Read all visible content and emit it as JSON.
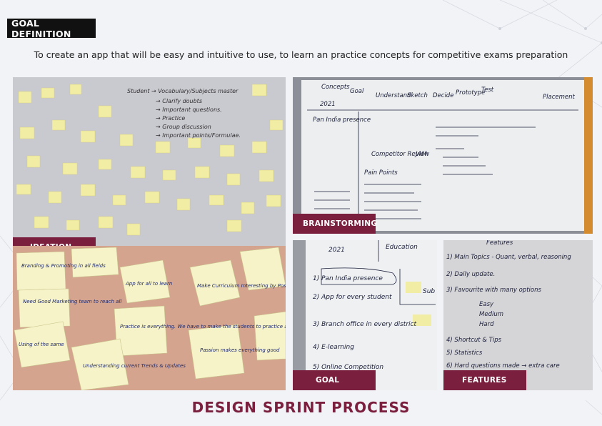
{
  "goal_label": "GOAL DEFINITION",
  "goal_statement": "To create an app that will be easy and intuitive to use, to learn an practice concepts for competitive exams preparation",
  "labels": {
    "ideation": "IDEATION",
    "brainstorming": "BRAINSTORMING",
    "goal": "GOAL",
    "features": "FEATURES"
  },
  "footer_title": "DESIGN SPRINT PROCESS",
  "board_notes": {
    "student_list": [
      "Student → Vocabulary/Subjects master",
      "→ Clarify doubts",
      "→ Important questions.",
      "→ Practice",
      "→ Group discussion",
      "→ Important points/Formulae."
    ],
    "sticky_wall": [
      "Branding & Promoting in all fields",
      "Need Good Marketing team to reach all",
      "Using of the same",
      "App for all to learn",
      "Make Curriculum Interesting by Positive Vibes",
      "Practice is everything. We have to make the students to practice all the time.",
      "Understanding current Trends & Updates",
      "Passion makes everything good"
    ],
    "brainstorm": [
      "Concepts",
      "Goal",
      "Understand",
      "Sketch",
      "Decide",
      "Prototype",
      "Test",
      "2021",
      "Pan India presence",
      "Competitor Review",
      "Pain Points",
      "Placement",
      "JAM"
    ],
    "goal_board": [
      "2021",
      "1) Pan India presence",
      "2) App for every student",
      "3) Branch office in every district",
      "4) E-learning",
      "5) Online Competition",
      "Education",
      "Sub"
    ],
    "features": [
      "Features",
      "1) Main Topics - Quant, verbal, reasoning",
      "2) Daily update.",
      "3) Favourite with many options",
      "Easy",
      "Medium",
      "Hard",
      "4) Shortcut & Tips",
      "5) Statistics",
      "6) Hard questions made → extra care"
    ]
  }
}
